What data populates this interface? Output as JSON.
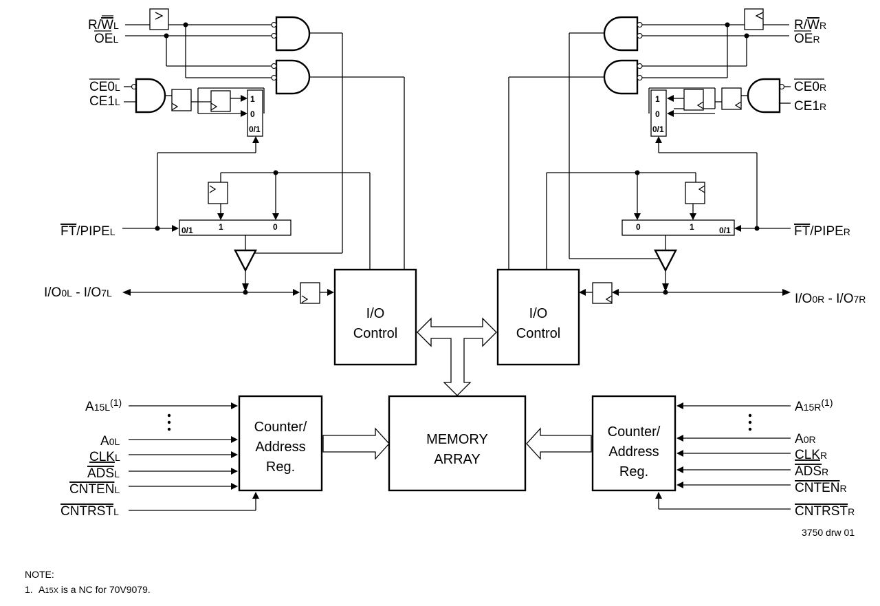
{
  "signals_left": {
    "rw": {
      "main": "R/W",
      "bar": "W",
      "pre": "R/",
      "sub": "L"
    },
    "oe": {
      "main": "OE",
      "sub": "L"
    },
    "ce0": {
      "main": "CE",
      "digit": "0",
      "sub": "L"
    },
    "ce1": {
      "main": "CE",
      "digit": "1",
      "sub": "L"
    },
    "ft": {
      "bar": "FT",
      "rest": "/PIPE",
      "sub": "L"
    },
    "io": {
      "pre": "I/O",
      "s1": "0L",
      "mid": " - I/O",
      "s2": "7L"
    },
    "a15": {
      "main": "A",
      "sub": "15L",
      "sup": "(1)"
    },
    "a0": {
      "main": "A",
      "sub": "0L"
    },
    "clk": {
      "main": "CLK",
      "sub": "L"
    },
    "ads": {
      "main": "ADS",
      "sub": "L"
    },
    "cnten": {
      "main": "CNTEN",
      "sub": "L"
    },
    "cntrst": {
      "main": "CNTRST",
      "sub": "L"
    }
  },
  "signals_right": {
    "rw": {
      "pre": "R/",
      "bar": "W",
      "sub": "R"
    },
    "oe": {
      "main": "OE",
      "sub": "R"
    },
    "ce0": {
      "main": "CE",
      "digit": "0",
      "sub": "R"
    },
    "ce1": {
      "main": "CE",
      "digit": "1",
      "sub": "R"
    },
    "ft": {
      "bar": "FT",
      "rest": "/PIPE",
      "sub": "R"
    },
    "io": {
      "pre": "I/O",
      "s1": "0R",
      "mid": " - I/O",
      "s2": "7R"
    },
    "a15": {
      "main": "A",
      "sub": "15R",
      "sup": "(1)"
    },
    "a0": {
      "main": "A",
      "sub": "0R"
    },
    "clk": {
      "main": "CLK",
      "sub": "R"
    },
    "ads": {
      "main": "ADS",
      "sub": "R"
    },
    "cnten": {
      "main": "CNTEN",
      "sub": "R"
    },
    "cntrst": {
      "main": "CNTRST",
      "sub": "R"
    }
  },
  "mux_labels": {
    "one": "1",
    "zero": "0",
    "sel": "0/1"
  },
  "io_control": {
    "line1": "I/O",
    "line2": "Control"
  },
  "counter": {
    "line1": "Counter/",
    "line2": "Address",
    "line3": "Reg."
  },
  "memory": {
    "line1": "MEMORY",
    "line2": "ARRAY"
  },
  "drawing_id": "3750 drw 01",
  "note": {
    "heading": "NOTE:",
    "num": "1.",
    "sig_main": "A",
    "sig_sub": "15X",
    "text": " is a NC for 70V9079."
  }
}
